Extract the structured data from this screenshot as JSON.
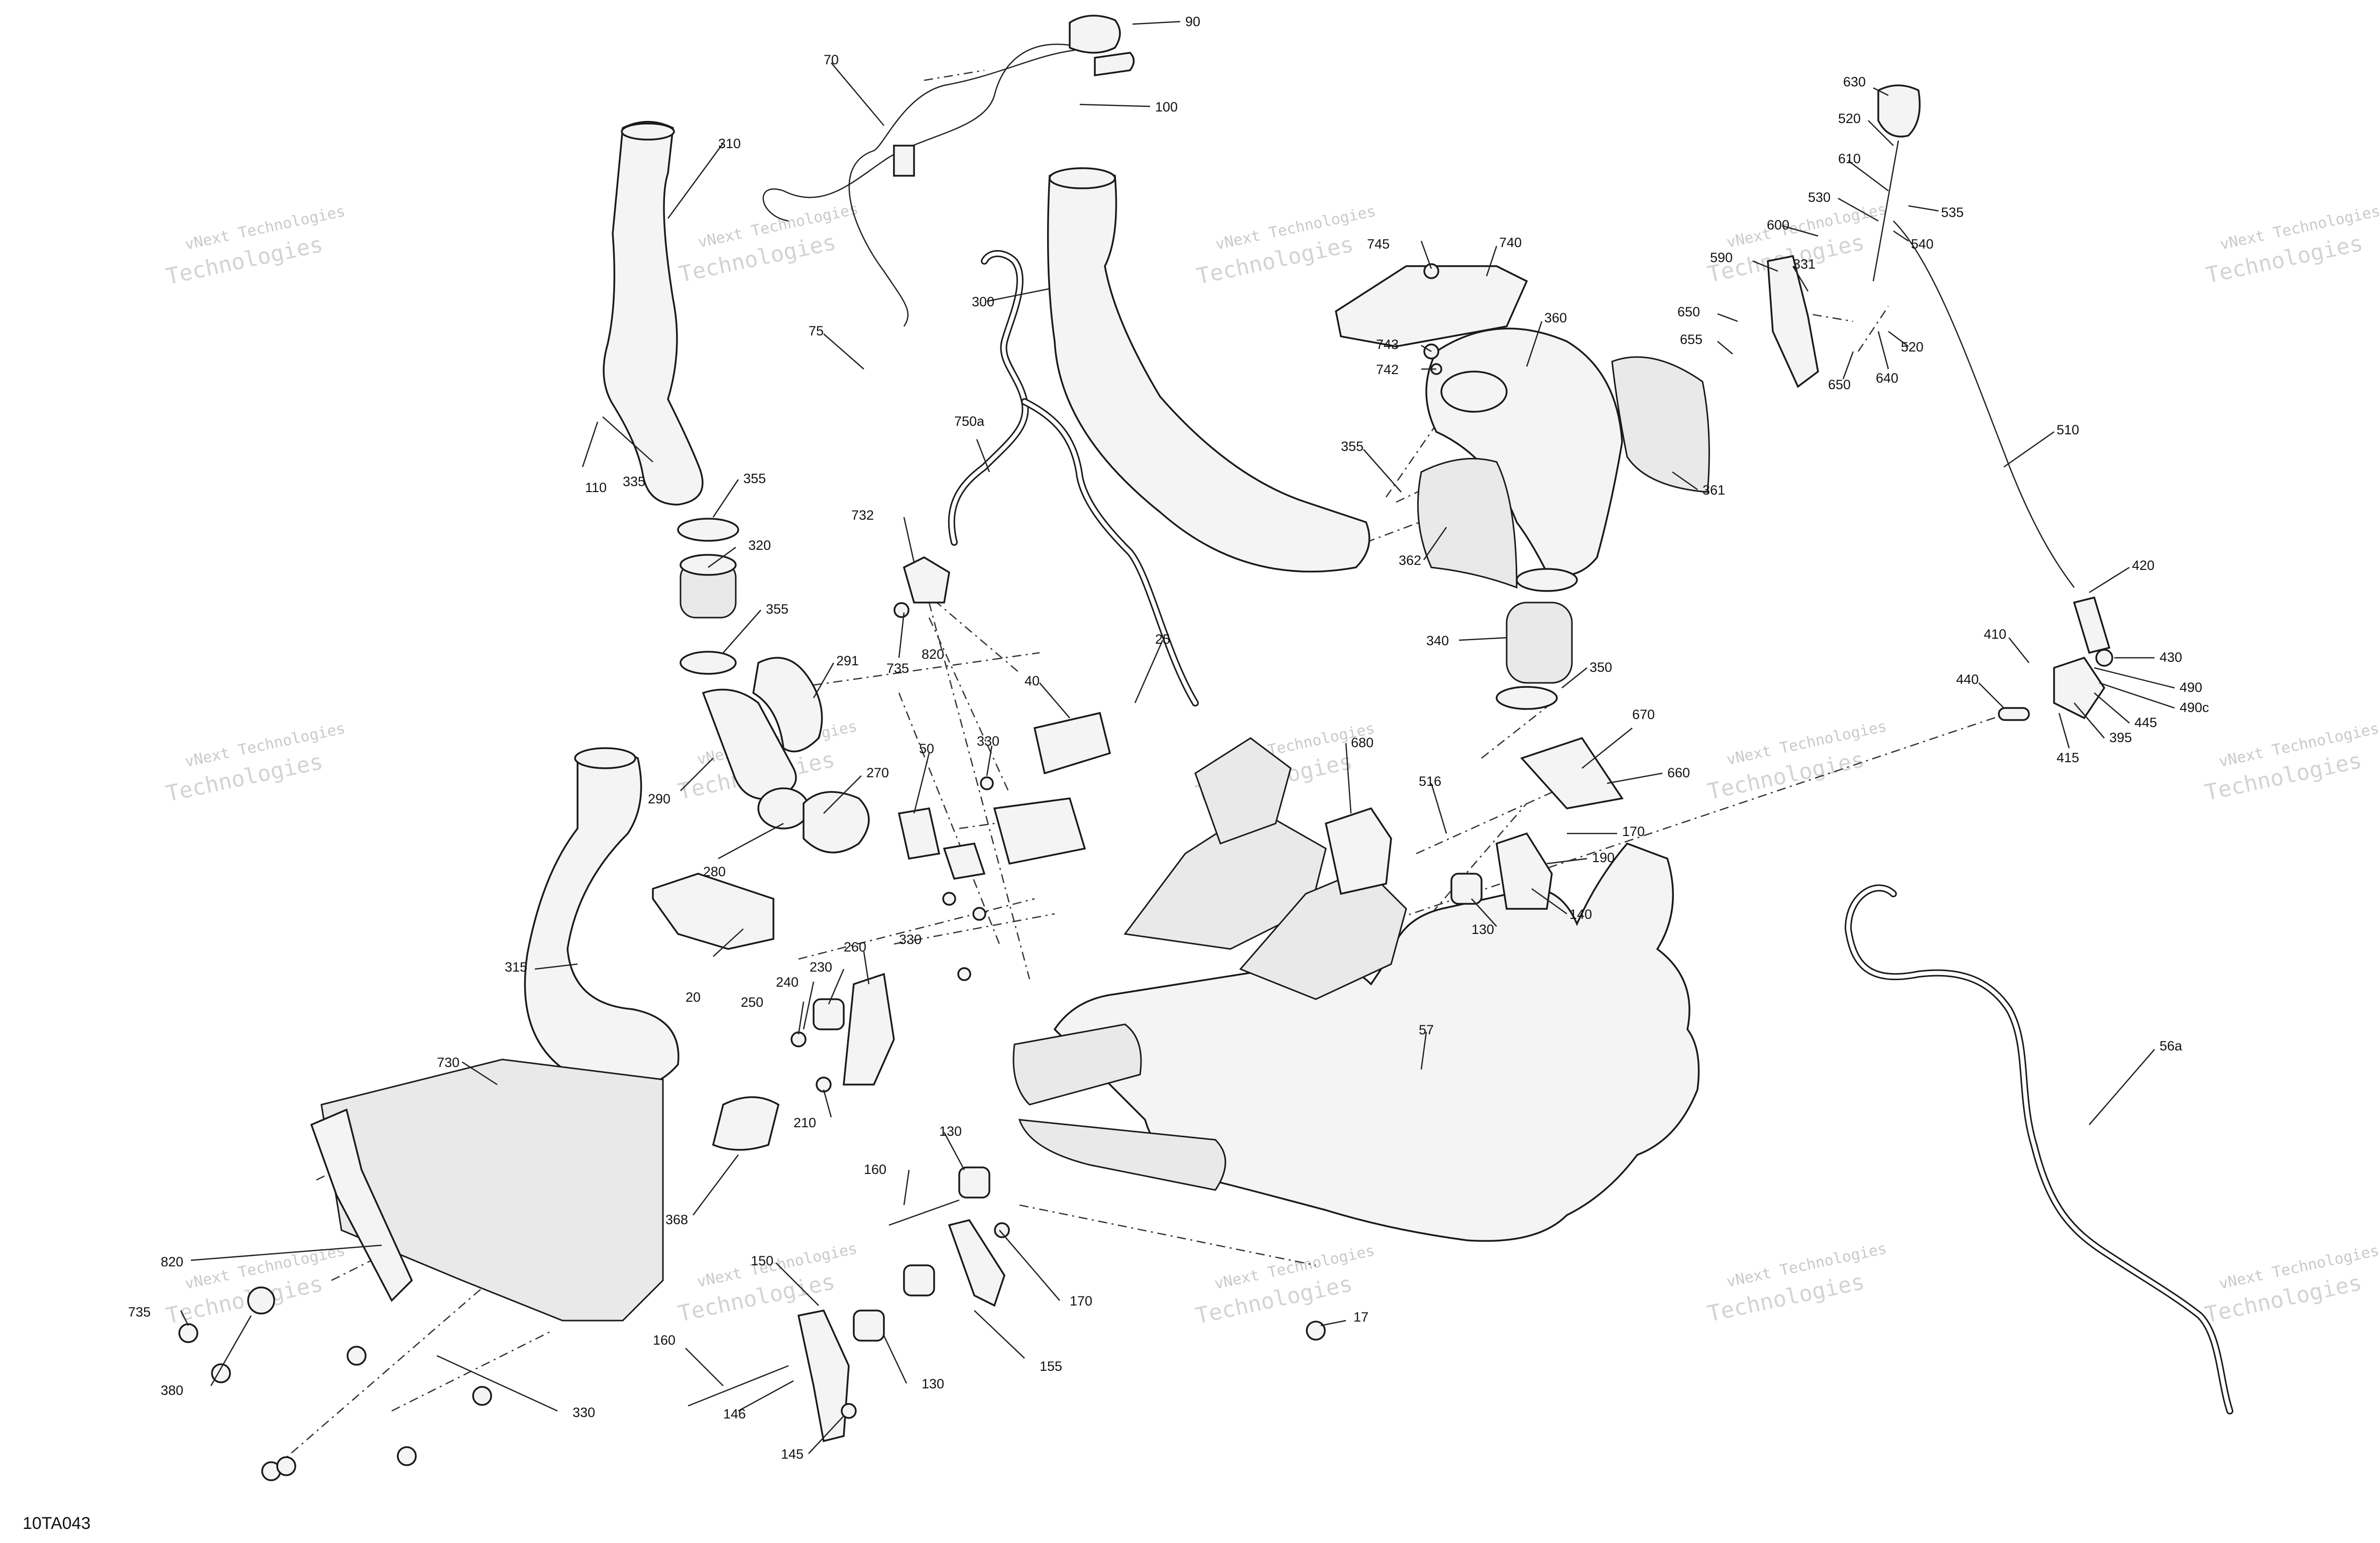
{
  "diagram_ref": "10TA043",
  "watermark": {
    "line1": "vNext Technologies",
    "line2": "Technologies"
  },
  "labels": {
    "l90": "90",
    "l70": "70",
    "l100": "100",
    "l75": "75",
    "l310": "310",
    "l300": "300",
    "l110": "110",
    "l335": "335",
    "l355a": "355",
    "l320": "320",
    "l355b": "355",
    "l291": "291",
    "l290": "290",
    "l270": "270",
    "l280": "280",
    "l745": "745",
    "l740": "740",
    "l743": "743",
    "l742": "742",
    "l360": "360",
    "l361": "361",
    "l355c": "355",
    "l362": "362",
    "l340": "340",
    "l350": "350",
    "l750a": "750a",
    "l732": "732",
    "l735a": "735",
    "l820a": "820",
    "l25": "25",
    "l40": "40",
    "l50": "50",
    "l330a": "330",
    "l330b": "330",
    "l680": "680",
    "l516": "516",
    "l670": "670",
    "l660": "660",
    "l170a": "170",
    "l190": "190",
    "l130a": "130",
    "l140": "140",
    "l20": "20",
    "l315": "315",
    "l260": "260",
    "l230": "230",
    "l240": "240",
    "l250": "250",
    "l210": "210",
    "l57": "57",
    "l730": "730",
    "l368": "368",
    "l820b": "820",
    "l735b": "735",
    "l380": "380",
    "l330c": "330",
    "l130b": "130",
    "l160a": "160",
    "l150": "150",
    "l170b": "170",
    "l160b": "160",
    "l146": "146",
    "l130c": "130",
    "l155": "155",
    "l145": "145",
    "l17": "17",
    "l630": "630",
    "l520a": "520",
    "l610": "610",
    "l530": "530",
    "l535": "535",
    "l540": "540",
    "l600": "600",
    "l331": "331",
    "l590": "590",
    "l650a": "650",
    "l655": "655",
    "l650b": "650",
    "l640": "640",
    "l520b": "520",
    "l510": "510",
    "l420": "420",
    "l410": "410",
    "l430": "430",
    "l440": "440",
    "l490": "490",
    "l490c": "490c",
    "l445": "445",
    "l395": "395",
    "l415": "415",
    "l56a": "56a"
  }
}
